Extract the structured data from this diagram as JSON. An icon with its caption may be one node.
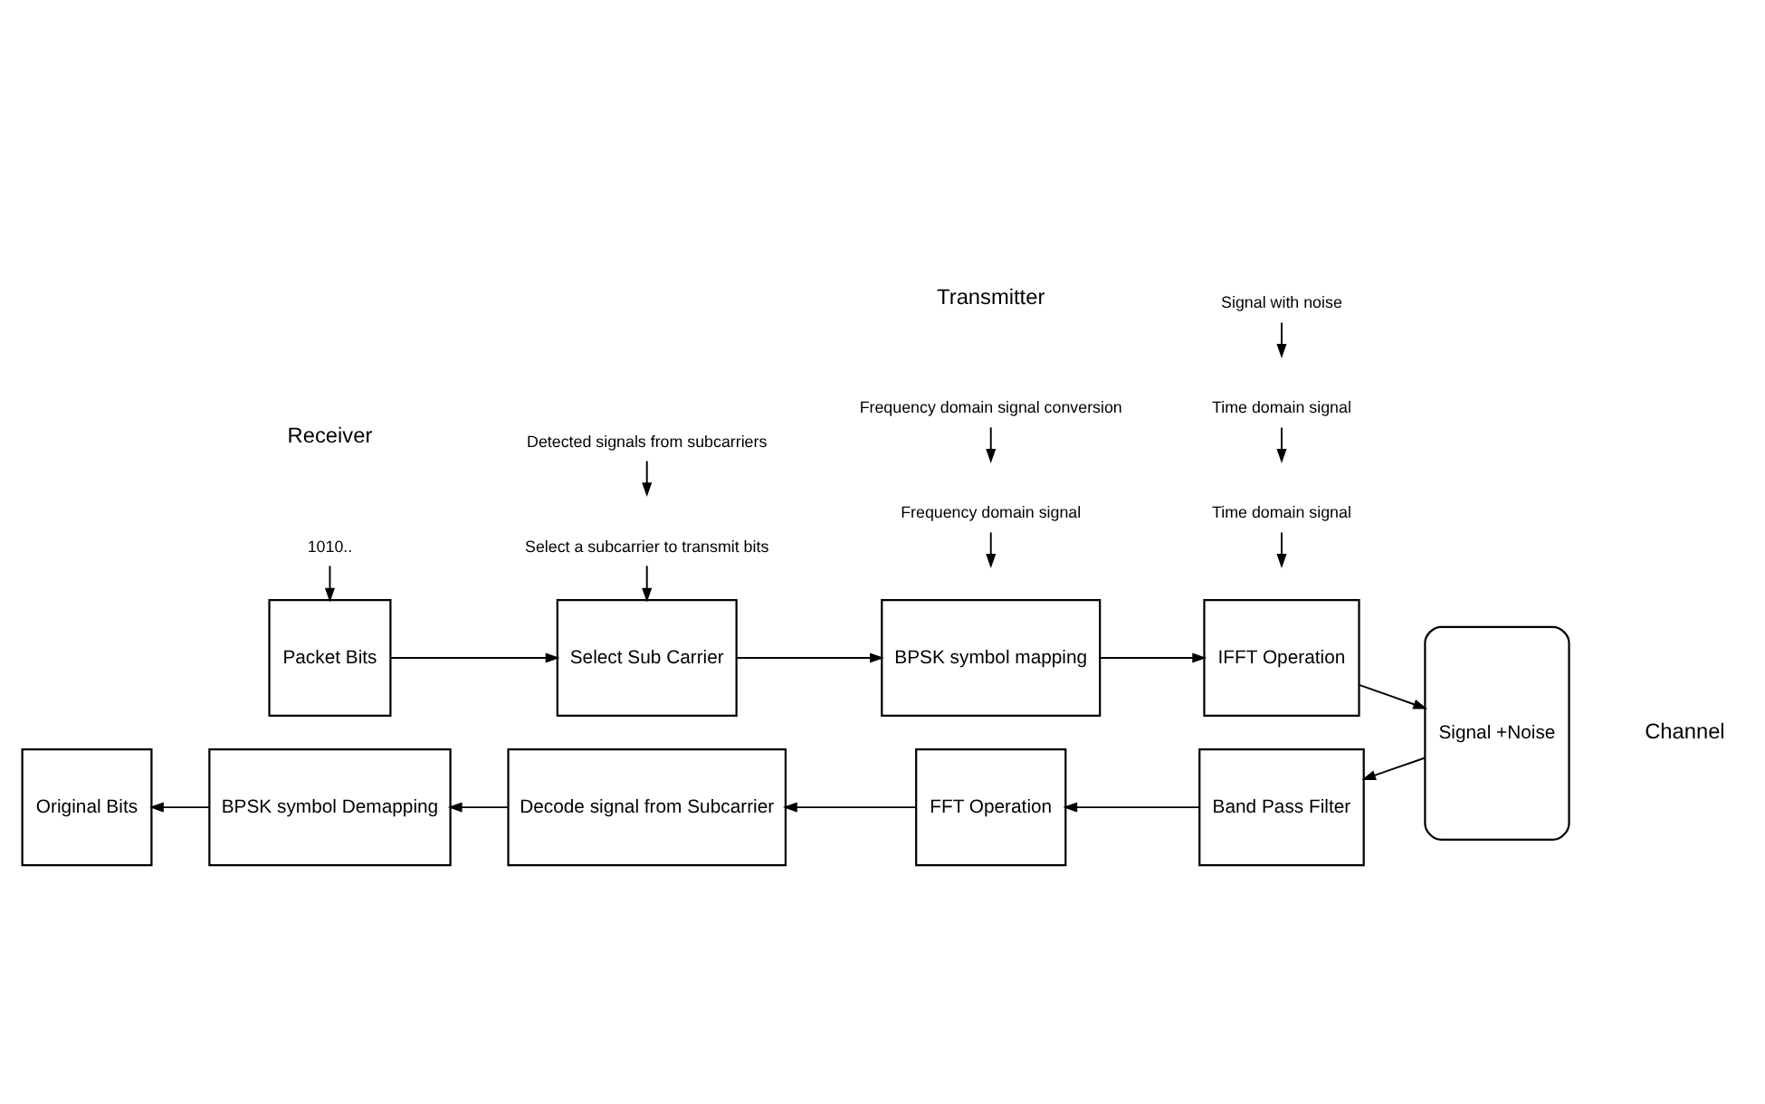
{
  "diagram": {
    "nodes": [
      {
        "text": [
          "1010.."
        ]
      },
      {
        "text": [
          "Packet Bits"
        ]
      },
      {
        "text": [
          "Select a subcarrier to transmit bits"
        ]
      },
      {
        "text": [
          "Select Sub Carrier"
        ]
      },
      {
        "text": [
          "BPSK symbol mapping"
        ]
      },
      {
        "text": [
          "Frequency domain signal"
        ]
      },
      {
        "text": [
          "IFFT Operation"
        ]
      },
      {
        "text": [
          "Time domain signal"
        ]
      },
      {
        "text": [
          "Signal +Noise"
        ]
      },
      {
        "text": [
          "Time domain signal"
        ]
      },
      {
        "text": [
          "Band Pass Filter"
        ]
      },
      {
        "text": [
          "Signal with noise"
        ]
      },
      {
        "text": [
          "FFT Operation"
        ]
      },
      {
        "text": [
          "Frequency domain signal conversion"
        ]
      },
      {
        "text": [
          "Decode signal from Subcarrier"
        ]
      },
      {
        "text": [
          "Detected signals from subcarriers"
        ]
      },
      {
        "text": [
          "BPSK symbol Demapping"
        ]
      },
      {
        "text": [
          "Original Bits"
        ]
      }
    ],
    "edges": [
      {
        "from": 0,
        "to": 1,
        "arrow": "to"
      },
      {
        "from": 1,
        "to": 3,
        "arrow": "to"
      },
      {
        "from": 2,
        "to": 3,
        "arrow": "to"
      },
      {
        "from": 3,
        "to": 4,
        "arrow": "to"
      },
      {
        "from": 4,
        "to": 6,
        "arrow": "to"
      },
      {
        "from": 5,
        "to": null,
        "arrow": "to"
      },
      {
        "from": 6,
        "to": 8,
        "arrow": "to"
      },
      {
        "from": 7,
        "to": null,
        "arrow": "to"
      },
      {
        "from": 8,
        "to": 10,
        "arrow": "to"
      },
      {
        "from": 11,
        "to": null,
        "arrow": "to"
      },
      {
        "from": 10,
        "to": 12,
        "arrow": "to"
      },
      {
        "from": 9,
        "to": null,
        "arrow": "to"
      },
      {
        "from": 12,
        "to": 14,
        "arrow": "to"
      },
      {
        "from": 13,
        "to": null,
        "arrow": "to"
      },
      {
        "from": 14,
        "to": 16,
        "arrow": "to"
      },
      {
        "from": 15,
        "to": null,
        "arrow": "to"
      },
      {
        "from": 16,
        "to": 17,
        "arrow": "to"
      }
    ],
    "labels": [
      "Transmitter",
      "Channel",
      "Receiver"
    ]
  }
}
